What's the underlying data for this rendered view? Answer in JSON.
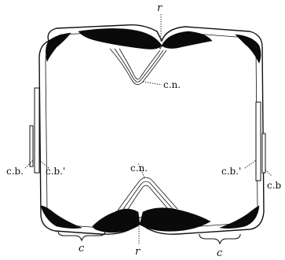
{
  "labels": {
    "r_top": "r",
    "r_bottom": "r",
    "cn_top": "c.n.",
    "cn_bottom": "c.n.",
    "cb_left": "c.b.",
    "cb_prime_left": "c.b.'",
    "cb_prime_right": "c.b.'",
    "cb_right": "c.b",
    "c_left": "c",
    "c_right": "c"
  }
}
